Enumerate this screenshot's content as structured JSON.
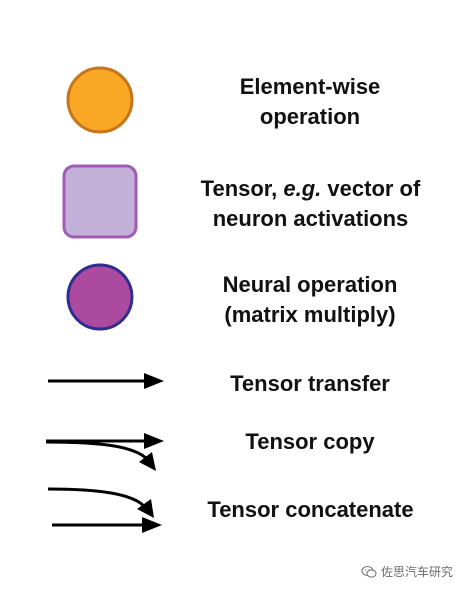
{
  "colors": {
    "elementwise_fill": "#f9a825",
    "elementwise_stroke": "#c8741a",
    "tensor_fill": "#c2b0d9",
    "tensor_stroke": "#a25bb5",
    "neural_fill": "#ac4aa0",
    "neural_stroke": "#2e2e8f",
    "arrow": "#000000",
    "text": "#111111"
  },
  "legend": [
    {
      "icon": "orange-circle",
      "lines": [
        "Element-wise",
        "operation"
      ]
    },
    {
      "icon": "lavender-rounded-square",
      "line1_pre": "Tensor, ",
      "line1_em": "e.g.",
      "line1_post": " vector of",
      "line2": "neuron activations"
    },
    {
      "icon": "purple-circle",
      "lines": [
        "Neural operation",
        "(matrix multiply)"
      ]
    },
    {
      "icon": "straight-arrow",
      "lines": [
        "Tensor transfer"
      ]
    },
    {
      "icon": "split-arrow",
      "lines": [
        "Tensor copy"
      ]
    },
    {
      "icon": "merge-arrows",
      "lines": [
        "Tensor concatenate"
      ]
    }
  ],
  "watermark": {
    "icon": "wechat-icon",
    "text": "佐思汽车研究"
  }
}
